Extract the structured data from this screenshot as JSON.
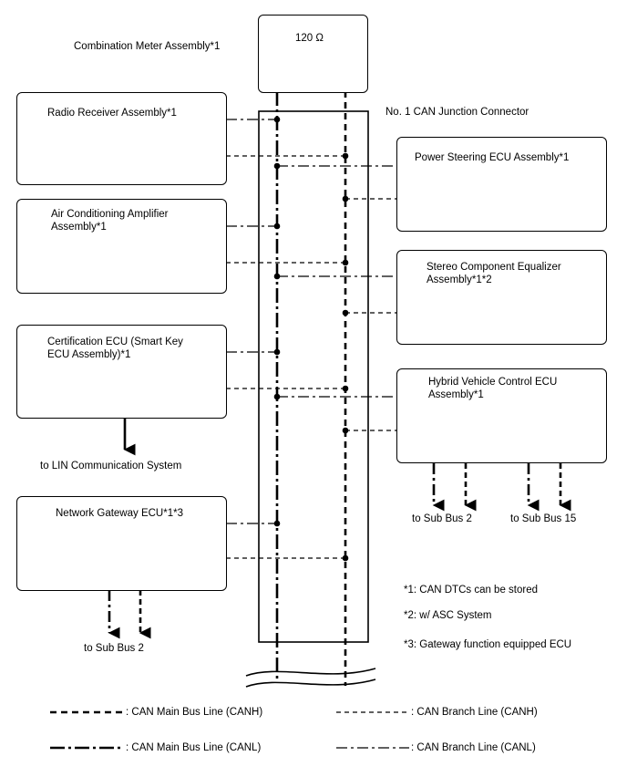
{
  "resistor_label": "120 Ω",
  "junction_connector_label": "No. 1 CAN Junction Connector",
  "ecus": {
    "combination_meter": "Combination Meter Assembly*1",
    "radio_receiver": "Radio Receiver Assembly*1",
    "air_conditioning": "Air Conditioning Amplifier\nAssembly*1",
    "certification": "Certification ECU (Smart Key\nECU Assembly)*1",
    "network_gateway": "Network Gateway ECU*1*3",
    "power_steering": "Power Steering ECU Assembly*1",
    "stereo_equalizer": "Stereo Component Equalizer\nAssembly*1*2",
    "hybrid_vehicle": "Hybrid Vehicle Control ECU\nAssembly*1"
  },
  "outputs": {
    "lin": "to LIN Communication System",
    "gateway_subbus": "to Sub Bus 2",
    "hv_subbus_a": "to Sub Bus 2",
    "hv_subbus_b": "to Sub Bus 15"
  },
  "notes": [
    "*1: CAN DTCs can be stored",
    "*2: w/ ASC System",
    "*3: Gateway function equipped ECU"
  ],
  "legend": {
    "main_canh": ": CAN Main Bus Line (CANH)",
    "branch_canh": ": CAN Branch Line (CANH)",
    "main_canl": ": CAN Main Bus Line (CANL)",
    "branch_canl": ": CAN Branch Line (CANL)"
  }
}
